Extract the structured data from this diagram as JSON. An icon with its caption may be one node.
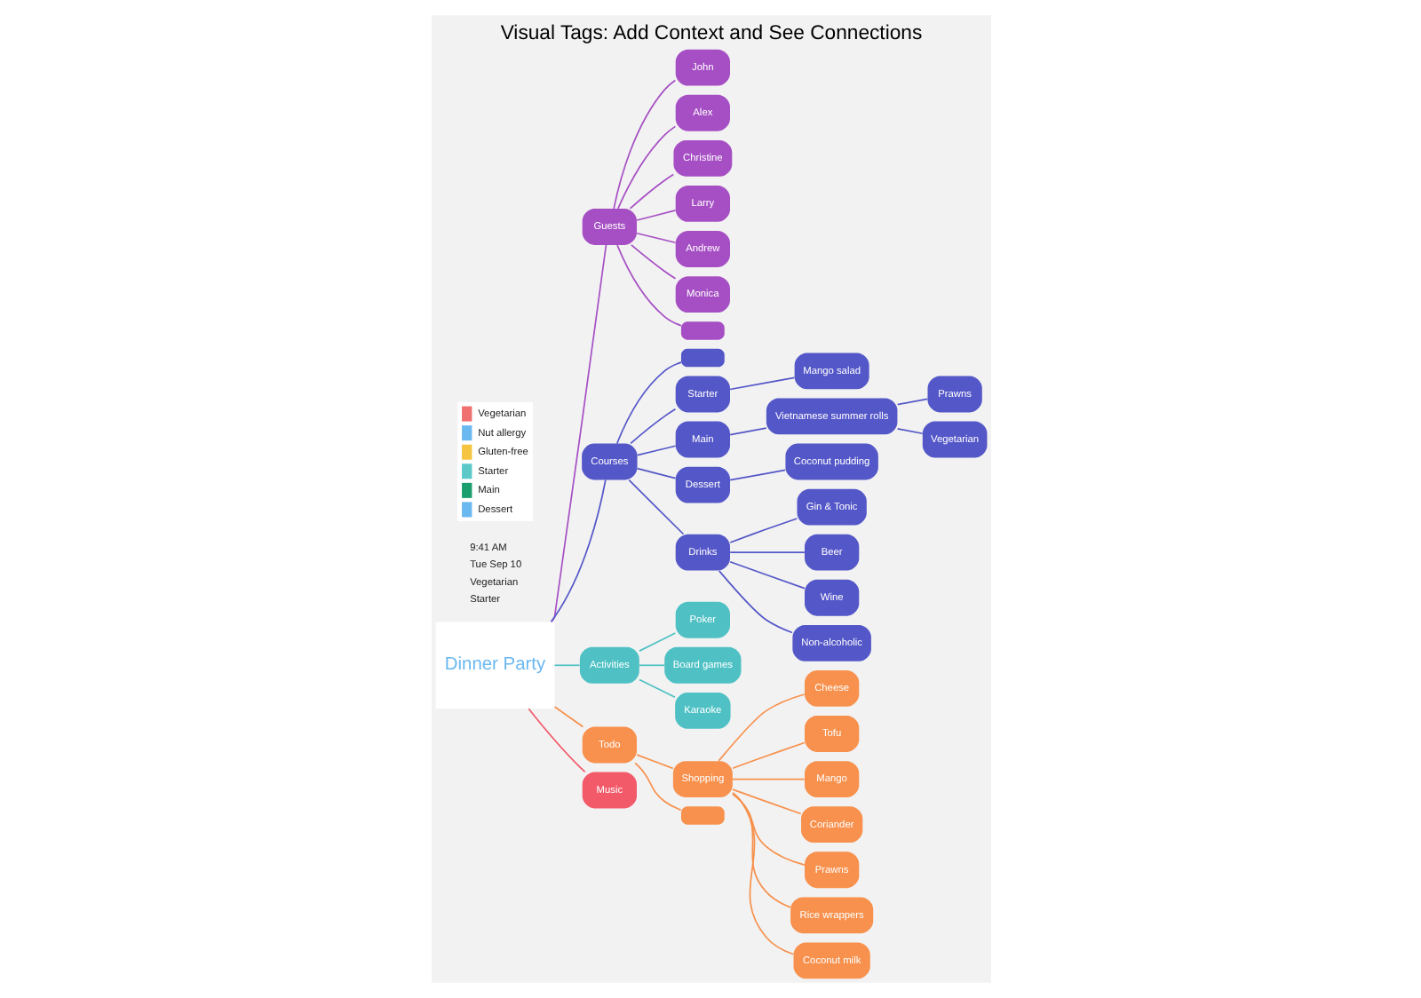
{
  "diagram": {
    "title": "Visual Tags: Add Context and See Connections",
    "nodes": [
      {
        "text": [
          "Dinner Party"
        ]
      },
      {
        "text": [
          "Guests"
        ]
      },
      {
        "text": [
          "John"
        ]
      },
      {
        "text": [
          "Alex"
        ]
      },
      {
        "text": [
          "Christine"
        ]
      },
      {
        "text": [
          "Larry"
        ]
      },
      {
        "text": [
          "Andrew"
        ]
      },
      {
        "text": [
          "Monica"
        ]
      },
      {
        "text": [],
        "shape": "box"
      },
      {
        "text": [
          "Courses"
        ]
      },
      {
        "text": [],
        "shape": "box"
      },
      {
        "text": [
          "Starter"
        ]
      },
      {
        "text": [
          "Mango salad"
        ]
      },
      {
        "text": [
          "Main"
        ]
      },
      {
        "text": [
          "Vietnamese summer rolls"
        ]
      },
      {
        "text": [
          "Prawns"
        ]
      },
      {
        "text": [
          "Vegetarian"
        ]
      },
      {
        "text": [
          "Dessert"
        ]
      },
      {
        "text": [
          "Coconut pudding"
        ]
      },
      {
        "text": [
          "Drinks"
        ]
      },
      {
        "text": [
          "Gin & Tonic"
        ]
      },
      {
        "text": [
          "Beer"
        ]
      },
      {
        "text": [
          "Wine"
        ]
      },
      {
        "text": [
          "Non-alcoholic"
        ]
      },
      {
        "text": [
          "Activities"
        ]
      },
      {
        "text": [
          "Poker"
        ]
      },
      {
        "text": [
          "Board games"
        ]
      },
      {
        "text": [
          "Karaoke"
        ]
      },
      {
        "text": [
          "Todo"
        ]
      },
      {
        "text": [
          "Shopping"
        ]
      },
      {
        "text": [
          "Cheese"
        ]
      },
      {
        "text": [
          "Tofu"
        ]
      },
      {
        "text": [
          "Mango"
        ]
      },
      {
        "text": [
          "Coriander"
        ]
      },
      {
        "text": [
          "Prawns"
        ]
      },
      {
        "text": [
          "Rice wrappers"
        ]
      },
      {
        "text": [
          "Coconut milk"
        ]
      },
      {
        "text": [],
        "shape": "box"
      },
      {
        "text": [
          "Music"
        ]
      }
    ],
    "edges": [
      {
        "from": 0,
        "to": 1,
        "arrow": "none",
        "color": "#a64fc4"
      },
      {
        "from": 1,
        "to": 2,
        "arrow": "none",
        "color": "#a64fc4"
      },
      {
        "from": 1,
        "to": 3,
        "arrow": "none",
        "color": "#a64fc4"
      },
      {
        "from": 1,
        "to": 4,
        "arrow": "none",
        "color": "#a64fc4"
      },
      {
        "from": 1,
        "to": 5,
        "arrow": "none",
        "color": "#a64fc4"
      },
      {
        "from": 1,
        "to": 6,
        "arrow": "none",
        "color": "#a64fc4"
      },
      {
        "from": 1,
        "to": 7,
        "arrow": "none",
        "color": "#a64fc4"
      },
      {
        "from": 1,
        "to": 8,
        "arrow": "none",
        "color": "#a64fc4"
      },
      {
        "from": 0,
        "to": 9,
        "arrow": "none"
      },
      {
        "from": 9,
        "to": 10,
        "arrow": "none"
      },
      {
        "from": 9,
        "to": 11,
        "arrow": "none"
      },
      {
        "from": 11,
        "to": 12,
        "arrow": "none"
      },
      {
        "from": 9,
        "to": 13,
        "arrow": "none"
      },
      {
        "from": 13,
        "to": 14,
        "arrow": "none"
      },
      {
        "from": 14,
        "to": 15,
        "arrow": "none"
      },
      {
        "from": 14,
        "to": 16,
        "arrow": "none"
      },
      {
        "from": 9,
        "to": 17,
        "arrow": "none"
      },
      {
        "from": 17,
        "to": 18,
        "arrow": "none"
      },
      {
        "from": 9,
        "to": 19,
        "arrow": "none"
      },
      {
        "from": 19,
        "to": 20,
        "arrow": "none"
      },
      {
        "from": 19,
        "to": 21,
        "arrow": "none"
      },
      {
        "from": 19,
        "to": 22,
        "arrow": "none"
      },
      {
        "from": 19,
        "to": 23,
        "arrow": "none"
      },
      {
        "from": 0,
        "to": 24,
        "arrow": "none",
        "color": "#4fc1c4"
      },
      {
        "from": 24,
        "to": 25,
        "arrow": "none",
        "color": "#4fc1c4"
      },
      {
        "from": 24,
        "to": 26,
        "arrow": "none",
        "color": "#4fc1c4"
      },
      {
        "from": 24,
        "to": 27,
        "arrow": "none",
        "color": "#4fc1c4"
      },
      {
        "from": 0,
        "to": 28,
        "arrow": "none",
        "color": "#f7914d"
      },
      {
        "from": 28,
        "to": 29,
        "arrow": "none",
        "color": "#f7914d"
      },
      {
        "from": 29,
        "to": 30,
        "arrow": "none",
        "color": "#f7914d"
      },
      {
        "from": 29,
        "to": 31,
        "arrow": "none",
        "color": "#f7914d"
      },
      {
        "from": 29,
        "to": 32,
        "arrow": "none",
        "color": "#f7914d"
      },
      {
        "from": 29,
        "to": 33,
        "arrow": "none",
        "color": "#f7914d"
      },
      {
        "from": 29,
        "to": 34,
        "arrow": "none",
        "color": "#f7914d"
      },
      {
        "from": 29,
        "to": 35,
        "arrow": "none",
        "color": "#f7914d"
      },
      {
        "from": 29,
        "to": 36,
        "arrow": "none",
        "color": "#f7914d"
      },
      {
        "from": 28,
        "to": 37,
        "arrow": "none",
        "color": "#f7914d"
      },
      {
        "from": 0,
        "to": 38,
        "arrow": "none",
        "color": "#f25a6a"
      }
    ],
    "labels": [
      "9:41 AM",
      "Tue Sep 10",
      "Vegetarian",
      "Starter"
    ],
    "legend": [
      {
        "text": "Vegetarian",
        "color": "#f07070"
      },
      {
        "text": "Nut allergy",
        "color": "#6ab8f0"
      },
      {
        "text": "Gluten-free",
        "color": "#f5c542"
      },
      {
        "text": "Starter",
        "color": "#5cc8c8"
      },
      {
        "text": "Main",
        "color": "#1a9e6e"
      },
      {
        "text": "Dessert",
        "color": "#6ab8f0"
      }
    ]
  }
}
